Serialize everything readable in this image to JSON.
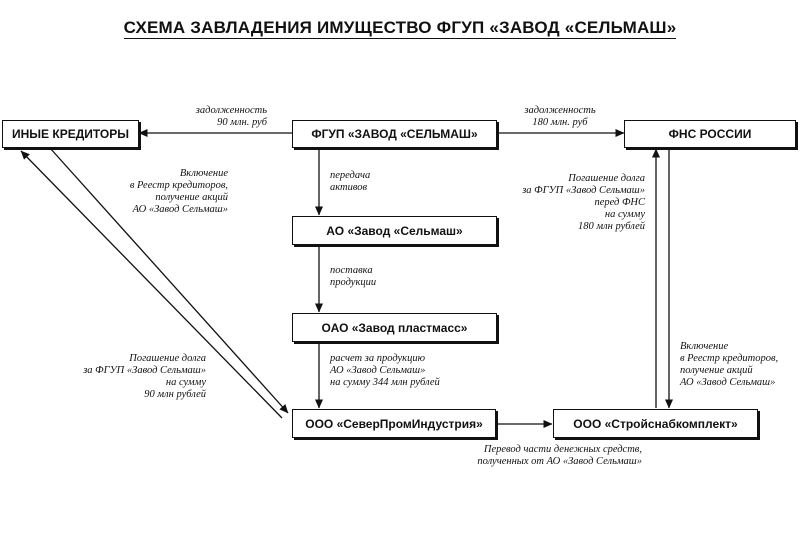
{
  "title": "СХЕМА ЗАВЛАДЕНИЯ ИМУЩЕСТВО ФГУП «ЗАВОД «СЕЛЬМАШ»",
  "nodes": {
    "creditors": "ИНЫЕ КРЕДИТОРЫ",
    "fgup": "ФГУП «ЗАВОД «СЕЛЬМАШ»",
    "fns": "ФНС РОССИИ",
    "ao_selmash": "АО «Завод «Сельмаш»",
    "oao_plast": "ОАО «Завод пластмасс»",
    "severprom": "ООО «СеверПромИндустрия»",
    "stroysnab": "ООО «Стройснабкомплект»"
  },
  "edges": {
    "debt_creditors": "задолженность\n90 млн. руб",
    "debt_fns": "задолженность\n180 млн. руб",
    "transfer_assets": "передача\nактивов",
    "supply_products": "поставка\nпродукции",
    "payment_products": "расчет за продукцию\nАО «Завод Сельмаш»\nна сумму 344 млн рублей",
    "transfer_funds": "Перевод части денежных средств,\nполученных от АО «Завод Сельмаш»",
    "creditors_registry": "Включение\nв Реестр кредиторов,\nполучение акций\nАО «Завод Сельмаш»",
    "creditors_repay": "Погашение долга\nза ФГУП «Завод Сельмаш»\nна сумму\n90 млн рублей",
    "fns_repay": "Погашение долга\nза ФГУП «Завод Сельмаш»\nперед ФНС\nна сумму\n180 млн рублей",
    "fns_registry": "Включение\nв Реестр кредиторов,\nполучение акций\nАО «Завод Сельмаш»"
  }
}
